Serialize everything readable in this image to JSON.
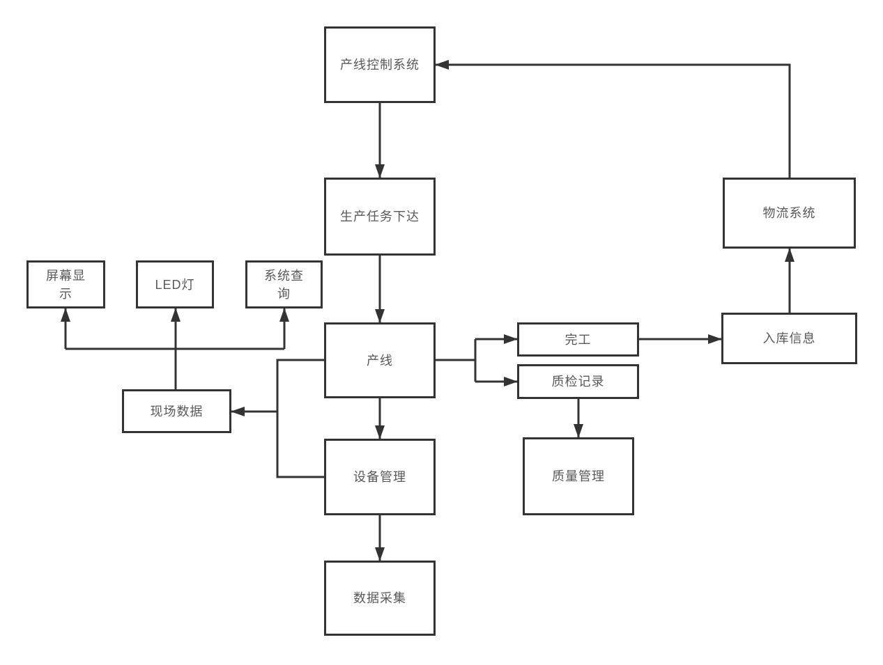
{
  "diagram": {
    "title": "production-line-control-flowchart",
    "colors": {
      "background": "#ffffff",
      "node_fill": "#ffffff",
      "stroke": "#333333",
      "text": "#595959"
    },
    "nodes": {
      "line_control": {
        "label": "产线控制系统"
      },
      "task_issue": {
        "label": "生产任务下达"
      },
      "screen_display": {
        "label": "屏幕显\n示"
      },
      "led_light": {
        "label": "LED灯"
      },
      "system_query": {
        "label": "系统查\n询"
      },
      "production_line": {
        "label": "产线"
      },
      "field_data": {
        "label": "现场数据"
      },
      "equipment_mgmt": {
        "label": "设备管理"
      },
      "data_collection": {
        "label": "数据采集"
      },
      "completion": {
        "label": "完工"
      },
      "qc_record": {
        "label": "质检记录"
      },
      "quality_mgmt": {
        "label": "质量管理"
      },
      "warehouse_info": {
        "label": "入库信息"
      },
      "logistics": {
        "label": "物流系统"
      }
    },
    "edges": [
      {
        "from": "line_control",
        "to": "task_issue",
        "arrow": true
      },
      {
        "from": "task_issue",
        "to": "production_line",
        "arrow": true
      },
      {
        "from": "production_line",
        "to": "completion",
        "arrow": true
      },
      {
        "from": "production_line",
        "to": "qc_record",
        "arrow": true
      },
      {
        "from": "production_line",
        "to": "equipment_mgmt",
        "arrow": true
      },
      {
        "from": "production_line",
        "to": "field_data",
        "arrow": true
      },
      {
        "from": "equipment_mgmt",
        "to": "field_data",
        "arrow": true
      },
      {
        "from": "equipment_mgmt",
        "to": "data_collection",
        "arrow": true
      },
      {
        "from": "field_data",
        "to": "screen_display",
        "arrow": true
      },
      {
        "from": "field_data",
        "to": "led_light",
        "arrow": true
      },
      {
        "from": "field_data",
        "to": "system_query",
        "arrow": true
      },
      {
        "from": "completion",
        "to": "warehouse_info",
        "arrow": true
      },
      {
        "from": "qc_record",
        "to": "quality_mgmt",
        "arrow": true
      },
      {
        "from": "warehouse_info",
        "to": "logistics",
        "arrow": true
      },
      {
        "from": "logistics",
        "to": "line_control",
        "arrow": true
      }
    ]
  }
}
